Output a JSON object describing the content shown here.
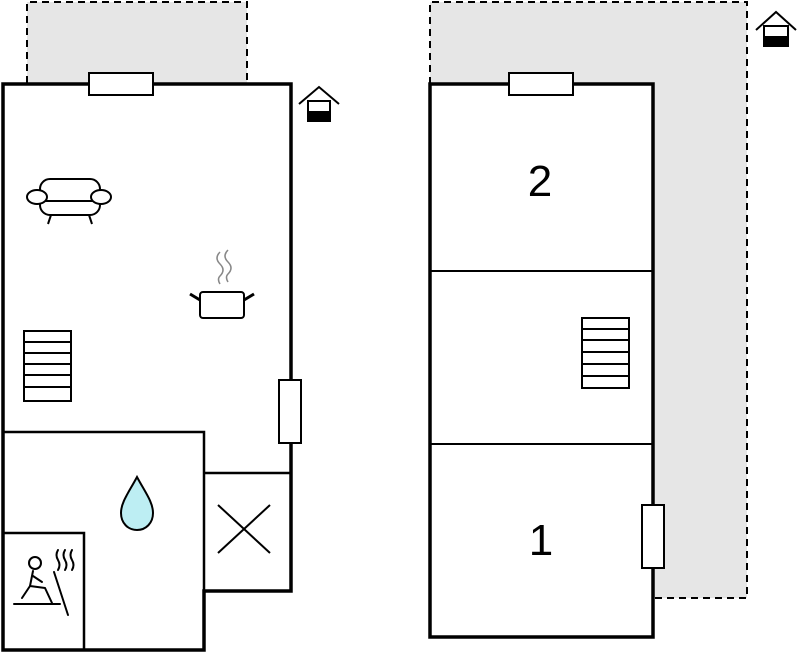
{
  "floors": [
    {
      "id": "ground-floor",
      "icons": [
        "sofa-icon",
        "cooking-pot-icon",
        "stairs-icon",
        "water-drop-icon",
        "sauna-icon",
        "storage-x-icon",
        "entrance-house-icon"
      ],
      "rooms": []
    },
    {
      "id": "upper-floor",
      "icons": [
        "stairs-icon",
        "entrance-house-icon"
      ],
      "rooms": [
        {
          "label": "2"
        },
        {
          "label": "1"
        }
      ]
    }
  ],
  "colors": {
    "wall": "#000000",
    "terrace_fill": "#e6e6e6",
    "water_drop": "#bdeef3",
    "entrance_marker": "#000000"
  }
}
